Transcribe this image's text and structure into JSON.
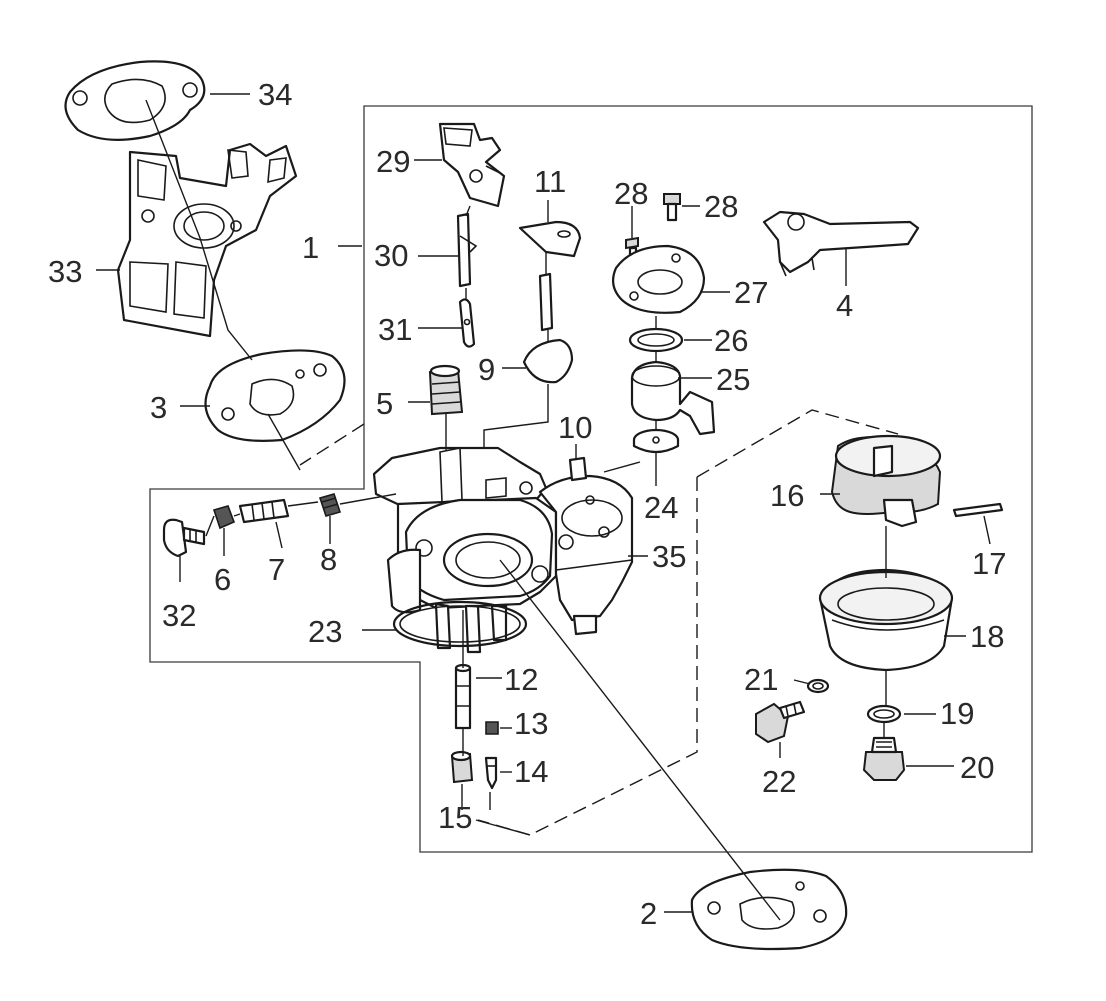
{
  "callouts": {
    "p1": "1",
    "p2": "2",
    "p3": "3",
    "p4": "4",
    "p5": "5",
    "p6": "6",
    "p7": "7",
    "p8": "8",
    "p9": "9",
    "p10": "10",
    "p11": "11",
    "p12": "12",
    "p13": "13",
    "p14": "14",
    "p15": "15",
    "p16": "16",
    "p17": "17",
    "p18": "18",
    "p19": "19",
    "p20": "20",
    "p21": "21",
    "p22": "22",
    "p23": "23",
    "p24": "24",
    "p25": "25",
    "p26": "26",
    "p27": "27",
    "p28a": "28",
    "p28b": "28",
    "p29": "29",
    "p30": "30",
    "p31": "31",
    "p32": "32",
    "p33": "33",
    "p34": "34",
    "p35": "35"
  },
  "colors": {
    "line": "#1a1a1a",
    "fill_light": "#d9d9d9",
    "fill_dark": "#555555",
    "background": "#ffffff"
  }
}
